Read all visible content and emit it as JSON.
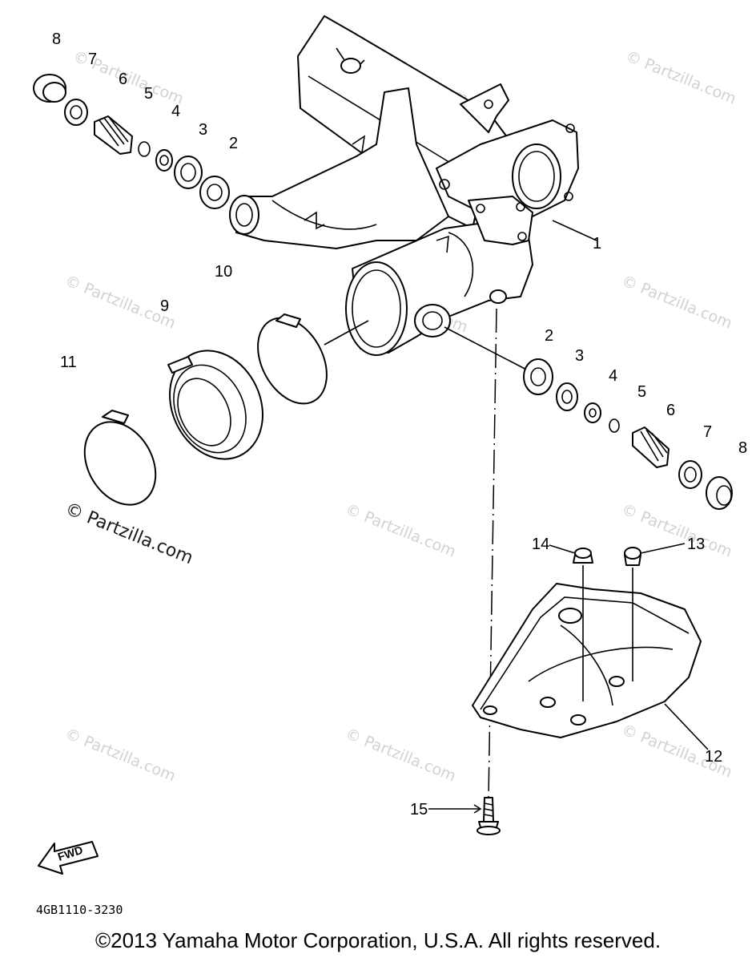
{
  "diagram": {
    "callouts": {
      "c1": "1",
      "c2a": "2",
      "c2b": "2",
      "c3a": "3",
      "c3b": "3",
      "c4a": "4",
      "c4b": "4",
      "c5a": "5",
      "c5b": "5",
      "c6a": "6",
      "c6b": "6",
      "c7a": "7",
      "c7b": "7",
      "c8a": "8",
      "c8b": "8",
      "c9": "9",
      "c10": "10",
      "c11": "11",
      "c12": "12",
      "c13": "13",
      "c14": "14",
      "c15": "15"
    },
    "watermark": "© Partzilla.com",
    "fwd_label": "FWD",
    "diagram_code": "4GB1110-3230"
  },
  "footer": {
    "copyright": "©2013 Yamaha Motor Corporation, U.S.A. All rights reserved."
  }
}
